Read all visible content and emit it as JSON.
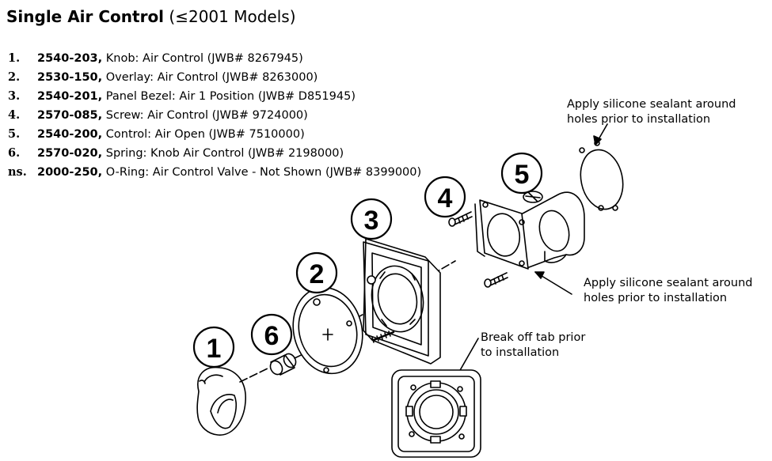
{
  "title": {
    "main": "Single Air Control",
    "sub": "(≤2001 Models)"
  },
  "parts": [
    {
      "num": "1.",
      "pn": "2540-203,",
      "desc": "Knob: Air Control (JWB# 8267945)"
    },
    {
      "num": "2.",
      "pn": "2530-150,",
      "desc": "Overlay: Air Control (JWB# 8263000)"
    },
    {
      "num": "3.",
      "pn": "2540-201,",
      "desc": "Panel Bezel: Air 1 Position (JWB# D851945)"
    },
    {
      "num": "4.",
      "pn": "2570-085,",
      "desc": "Screw: Air Control (JWB# 9724000)"
    },
    {
      "num": "5.",
      "pn": "2540-200,",
      "desc": "Control: Air Open (JWB# 7510000)"
    },
    {
      "num": "6.",
      "pn": "2570-020,",
      "desc": "Spring: Knob Air Control (JWB# 2198000)"
    },
    {
      "num": "ns.",
      "pn": "2000-250,",
      "desc": "O-Ring: Air Control Valve - Not Shown (JWB# 8399000)"
    }
  ],
  "notes": {
    "top_right_1": "Apply silicone sealant around",
    "top_right_2": "holes prior to installation",
    "mid_right_1": "Apply silicone sealant around",
    "mid_right_2": "holes prior to installation",
    "tab_1": "Break off tab prior",
    "tab_2": "to installation"
  },
  "callouts": {
    "c1": "1",
    "c2": "2",
    "c3": "3",
    "c4": "4",
    "c5": "5",
    "c6": "6"
  }
}
